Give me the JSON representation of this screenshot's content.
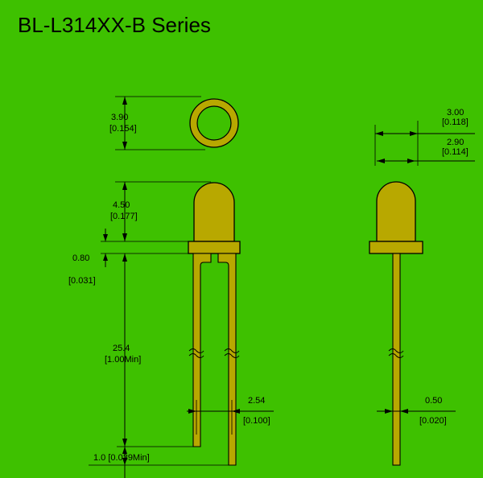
{
  "title": "BL-L314XX-B Series",
  "colors": {
    "background": "#3ec100",
    "component_fill": "#b8a800",
    "line": "#000000"
  },
  "dimensions": {
    "top_diameter": {
      "mm": "3.90",
      "inch": "[0.154]"
    },
    "dome_height": {
      "mm": "4.50",
      "inch": "[0.177]"
    },
    "flange_thickness": {
      "mm": "0.80",
      "inch": "[0.031]"
    },
    "lead_length": {
      "mm": "25.4",
      "inch": "[1.00Min]"
    },
    "lead_spacing": {
      "mm": "2.54",
      "inch": "[0.100]"
    },
    "lead_offset": {
      "label": "1.0 [0.039Min]"
    },
    "flange_width": {
      "mm": "3.00",
      "inch": "[0.118]"
    },
    "body_width": {
      "mm": "2.90",
      "inch": "[0.114]"
    },
    "lead_width": {
      "mm": "0.50",
      "inch": "[0.020]"
    }
  }
}
